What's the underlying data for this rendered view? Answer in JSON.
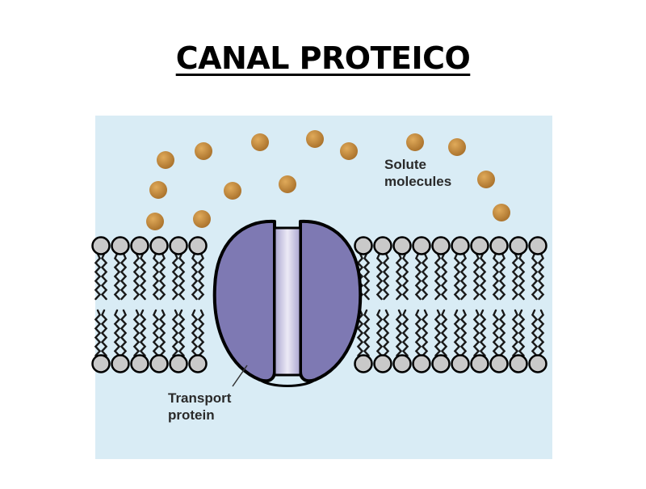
{
  "title": "CANAL PROTEICO",
  "diagram": {
    "labels": {
      "solute_line1": "Solute",
      "solute_line2": "molecules",
      "transport_line1": "Transport",
      "transport_line2": "protein"
    },
    "colors": {
      "background": "#d9ecf5",
      "solute": "#c58a3a",
      "protein": "#7e79b3",
      "channel": "#c8c4e0",
      "lipid_head": "#c9c9c9",
      "lipid_tail": "#1a1a1a"
    },
    "solute_molecule_count": 14
  }
}
